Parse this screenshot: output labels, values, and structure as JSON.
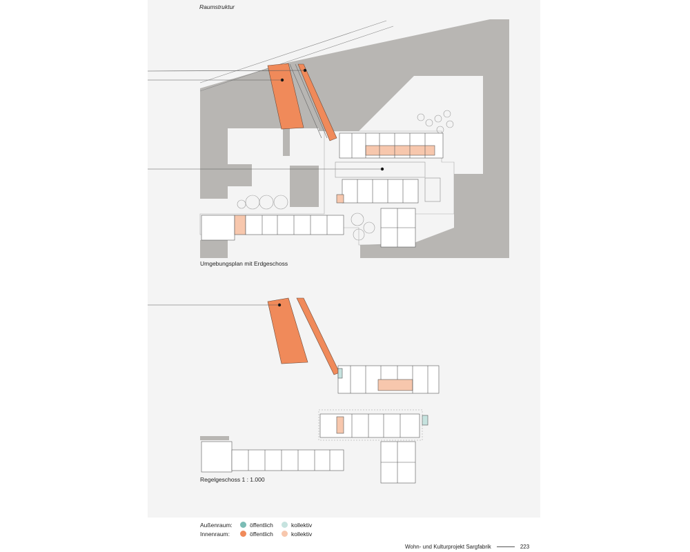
{
  "header": {
    "section_title": "Raumstruktur"
  },
  "plans": {
    "ground_caption": "Umgebungsplan mit Erdgeschoss",
    "upper_caption": "Regelgeschoss 1 : 1.000"
  },
  "legend": {
    "outdoor_label": "Außenraum:",
    "indoor_label": "Innenraum:",
    "public_label": "öffentlich",
    "collective_label": "kollektiv",
    "colors": {
      "outdoor_public": "#7bbcb5",
      "outdoor_collective": "#c6e3df",
      "indoor_public": "#f08a5a",
      "indoor_collective": "#f7c7ad"
    }
  },
  "footer": {
    "publication": "Wohn- und Kulturprojekt Sargfabrik",
    "page_number": "223"
  }
}
